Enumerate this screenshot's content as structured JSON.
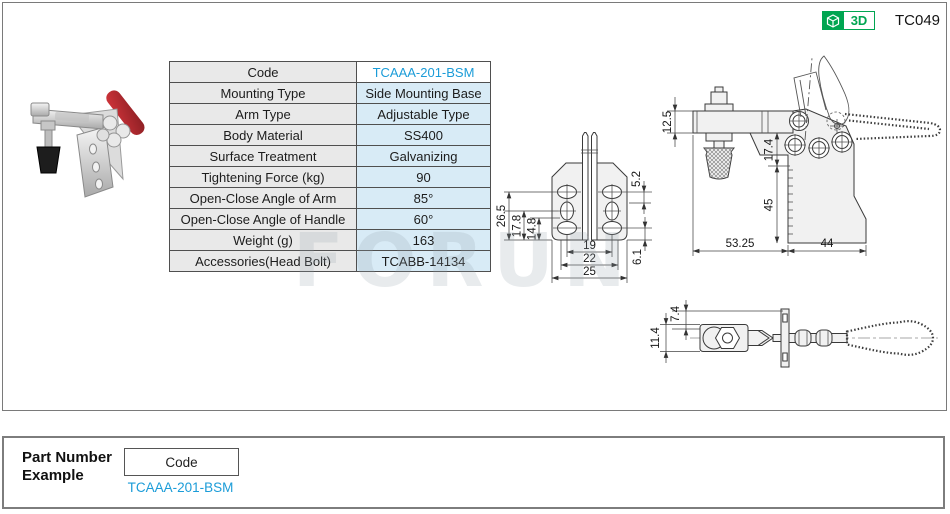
{
  "header": {
    "badge_3d": "3D",
    "part_code": "TC049"
  },
  "watermark": {
    "text": "FORUN"
  },
  "spec_table": {
    "rows": [
      {
        "label": "Code",
        "value": "TCAAA-201-BSM"
      },
      {
        "label": "Mounting Type",
        "value": "Side Mounting Base"
      },
      {
        "label": "Arm Type",
        "value": "Adjustable Type"
      },
      {
        "label": "Body Material",
        "value": "SS400"
      },
      {
        "label": "Surface Treatment",
        "value": "Galvanizing"
      },
      {
        "label": "Tightening Force (kg)",
        "value": "90"
      },
      {
        "label": "Open-Close Angle of Arm",
        "value": "85°"
      },
      {
        "label": "Open-Close Angle of Handle",
        "value": "60°"
      },
      {
        "label": "Weight (g)",
        "value": "163"
      },
      {
        "label": "Accessories(Head Bolt)",
        "value": "TCABB-14134"
      }
    ]
  },
  "drawings": {
    "front_view": {
      "d26_5": "26.5",
      "d17_8": "17.8",
      "d14_8": "14.8",
      "d5_2": "5.2",
      "d6_1": "6.1",
      "d19": "19",
      "d22": "22",
      "d25": "25"
    },
    "side_view": {
      "d12_5": "12.5",
      "d17_4": "17.4",
      "d45": "45",
      "d53_25": "53.25",
      "d44": "44"
    },
    "top_view": {
      "d7_4": "7.4",
      "d11_4": "11.4"
    }
  },
  "part_number_example": {
    "title": "Part Number Example",
    "code_label": "Code",
    "code_value": "TCAAA-201-BSM"
  },
  "colors": {
    "accent_blue": "#1b9cd8",
    "brand_green": "#00a551",
    "value_cell_bg": "#d8ebf6",
    "label_cell_bg": "#e9e9e9"
  }
}
